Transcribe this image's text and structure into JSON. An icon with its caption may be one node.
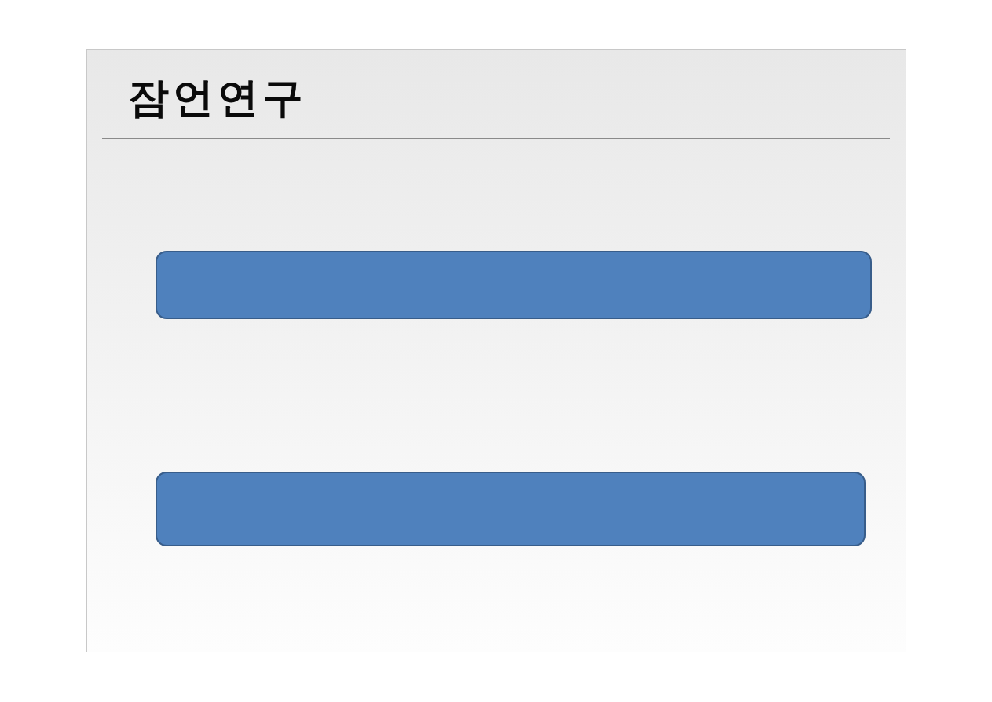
{
  "diagram": {
    "title": "잠언연구",
    "nodes": [
      {
        "text": [],
        "shape": "box"
      },
      {
        "text": [],
        "shape": "box"
      }
    ]
  }
}
